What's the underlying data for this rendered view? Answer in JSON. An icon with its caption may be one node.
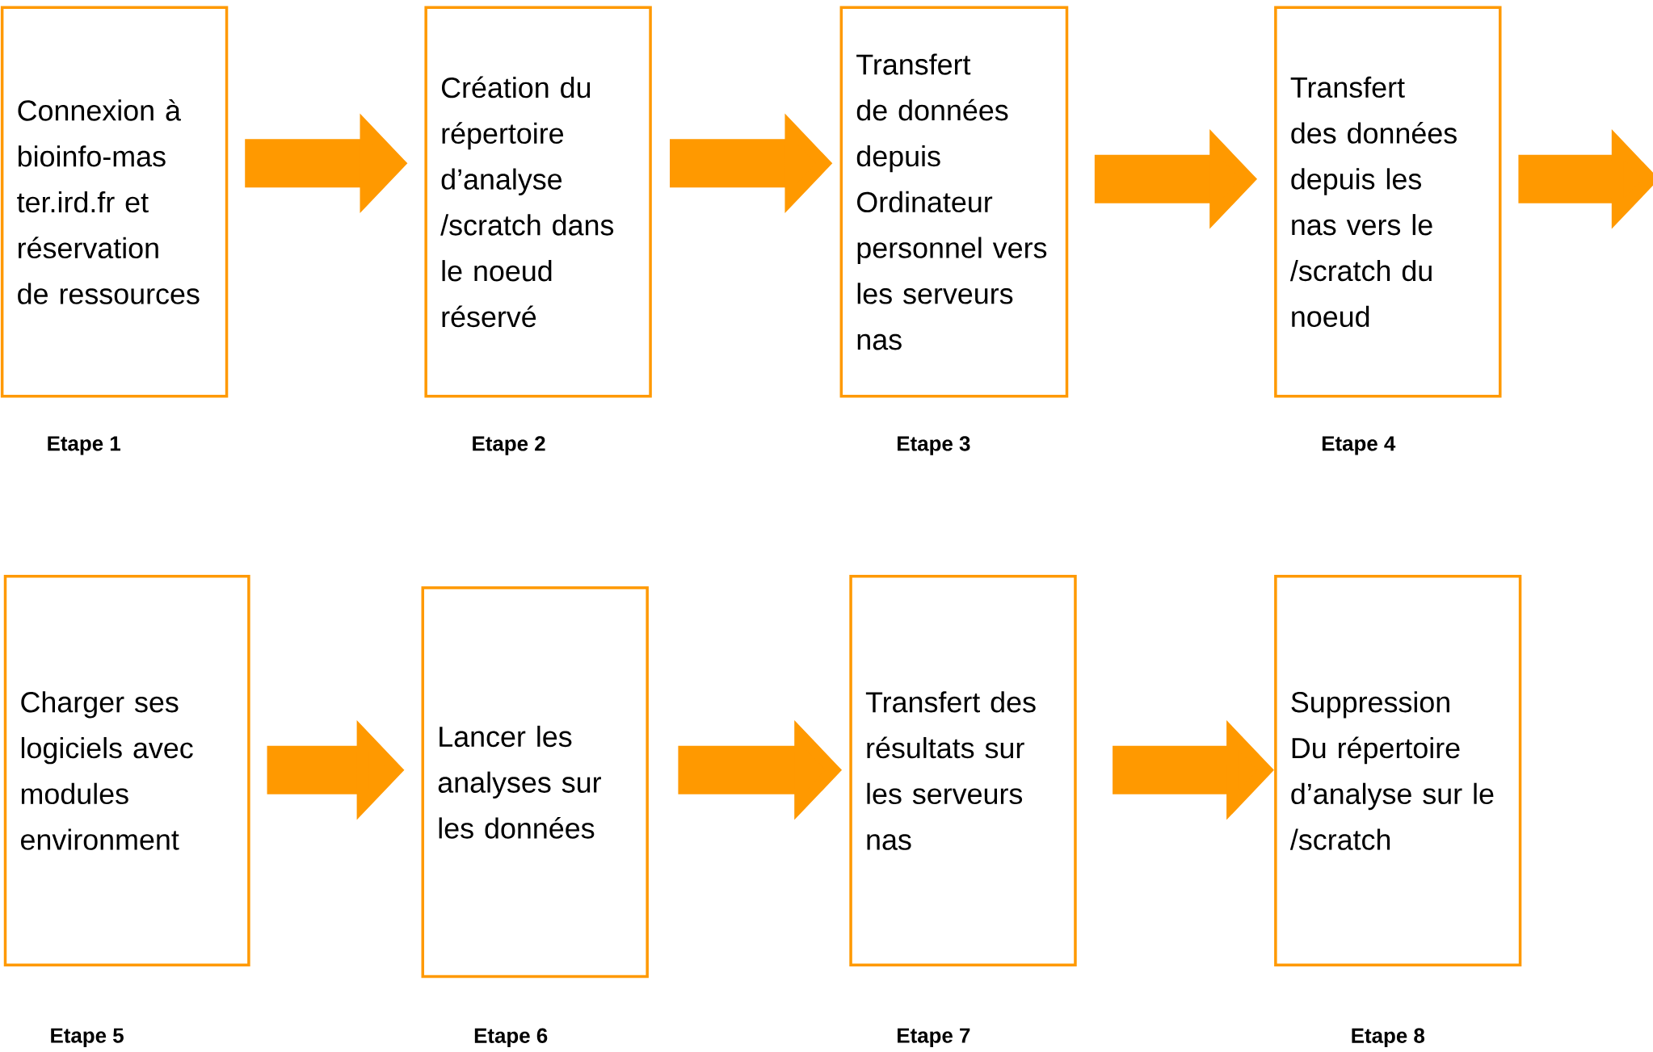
{
  "diagram": {
    "nodes": [
      {
        "text": [
          "Connexion à bioinfo-mas ter.ird.fr et réservation de ressources"
        ],
        "beside": [
          "Etape 1"
        ]
      },
      {
        "text": [
          "Création du répertoire d’analyse /scratch dans le noeud réservé"
        ],
        "beside": [
          "Etape 2"
        ]
      },
      {
        "text": [
          "Transfert de données depuis Ordinateur personnel vers les serveurs nas"
        ],
        "beside": [
          "Etape 3"
        ]
      },
      {
        "text": [
          "Transfert des données depuis les nas vers le /scratch du noeud"
        ],
        "beside": [
          "Etape 4"
        ]
      },
      {
        "text": [
          "Charger ses logiciels avec modules environment"
        ],
        "beside": [
          "Etape 5"
        ]
      },
      {
        "text": [
          "Lancer les analyses sur les données"
        ],
        "beside": [
          "Etape 6"
        ]
      },
      {
        "text": [
          "Transfert des résultats sur les serveurs nas"
        ],
        "beside": [
          "Etape 7"
        ]
      },
      {
        "text": [
          "Suppression Du répertoire d’analyse sur le /scratch"
        ],
        "beside": [
          "Etape 8"
        ]
      }
    ],
    "edges": [
      {
        "from": 0,
        "to": 1,
        "arrow": "to"
      },
      {
        "from": 1,
        "to": 2,
        "arrow": "to"
      },
      {
        "from": 2,
        "to": 3,
        "arrow": "to"
      },
      {
        "from": 3,
        "to": null,
        "arrow": "to"
      },
      {
        "from": 4,
        "to": 5,
        "arrow": "to"
      },
      {
        "from": 5,
        "to": 6,
        "arrow": "to"
      },
      {
        "from": 6,
        "to": 7,
        "arrow": "to"
      }
    ]
  }
}
